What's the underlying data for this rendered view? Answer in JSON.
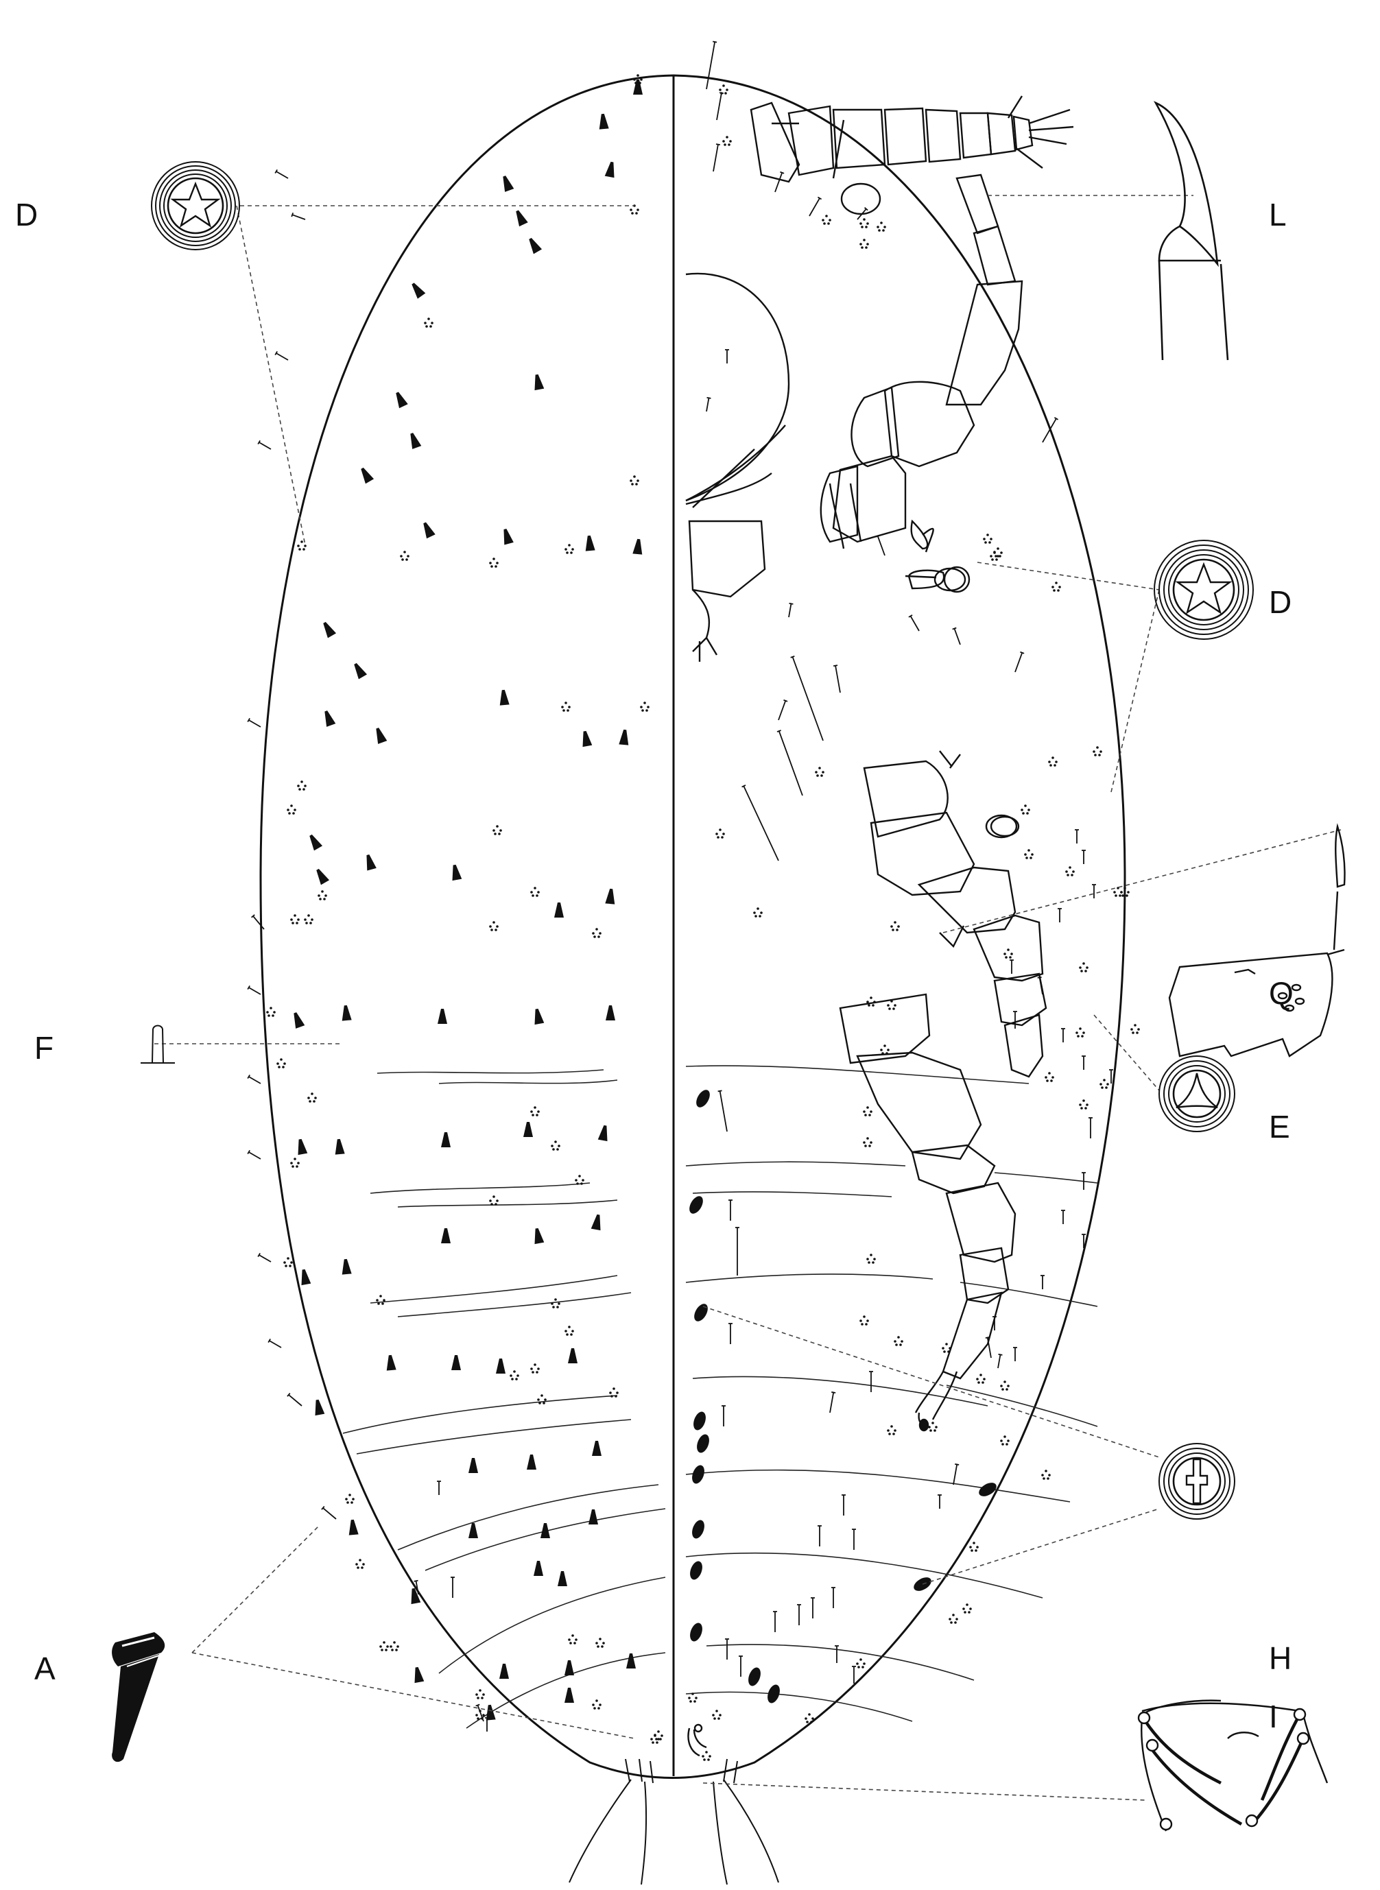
{
  "labels": {
    "D_left": "D",
    "D_right": "D",
    "L": "L",
    "Q": "Q",
    "F": "F",
    "E": "E",
    "A": "A",
    "H": "H",
    "I": "I"
  },
  "colors": {
    "ink": "#111111",
    "background": "#ffffff",
    "leader": "#444444"
  },
  "figure": {
    "halves": [
      "dorsum-left",
      "venter-right"
    ],
    "insets": [
      "pore-quinquelocular-D",
      "pore-quinquelocular-D",
      "claw-L",
      "coxa-pores-Q",
      "seta-F",
      "pore-trilocular-E",
      "spine-A",
      "pore-bilocular-H",
      "anal-lobe-I"
    ]
  }
}
